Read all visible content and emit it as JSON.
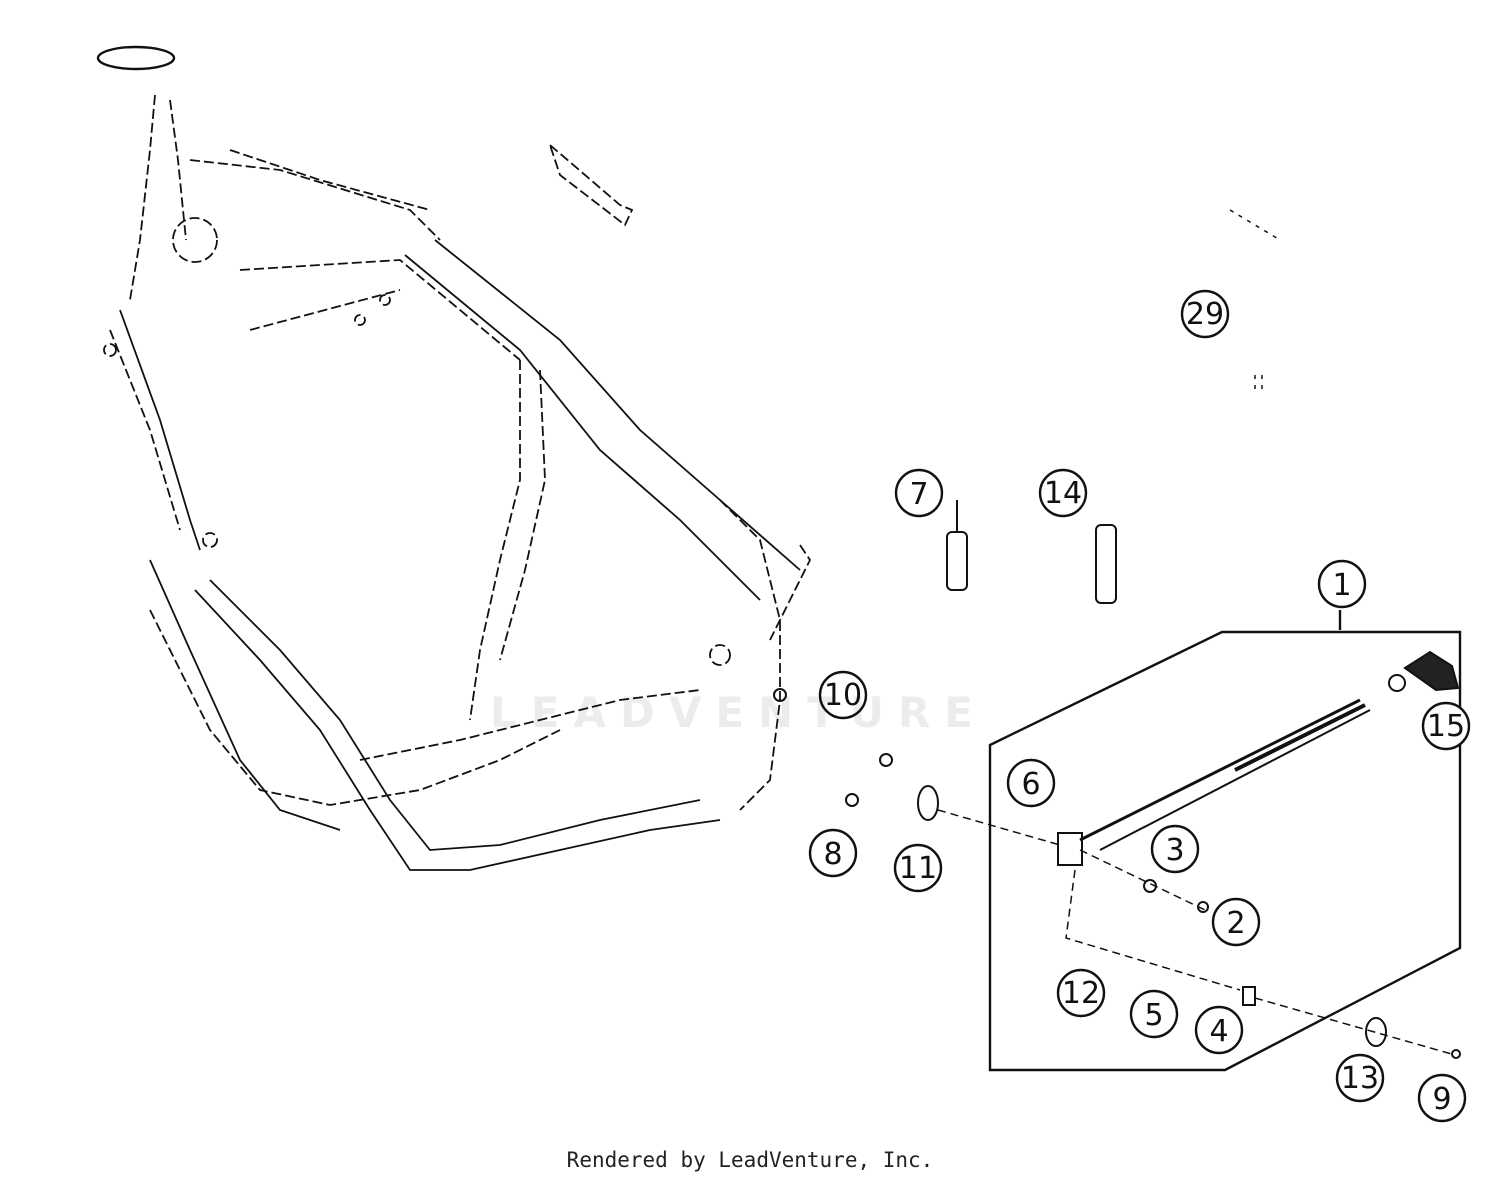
{
  "diagram": {
    "callouts": [
      {
        "label": "29"
      },
      {
        "label": "7"
      },
      {
        "label": "14"
      },
      {
        "label": "1"
      },
      {
        "label": "10"
      },
      {
        "label": "15"
      },
      {
        "label": "6"
      },
      {
        "label": "3"
      },
      {
        "label": "8"
      },
      {
        "label": "11"
      },
      {
        "label": "2"
      },
      {
        "label": "12"
      },
      {
        "label": "5"
      },
      {
        "label": "4"
      },
      {
        "label": "13"
      },
      {
        "label": "9"
      }
    ],
    "watermark": "LEADVENTURE",
    "footer": "Rendered by LeadVenture, Inc."
  }
}
